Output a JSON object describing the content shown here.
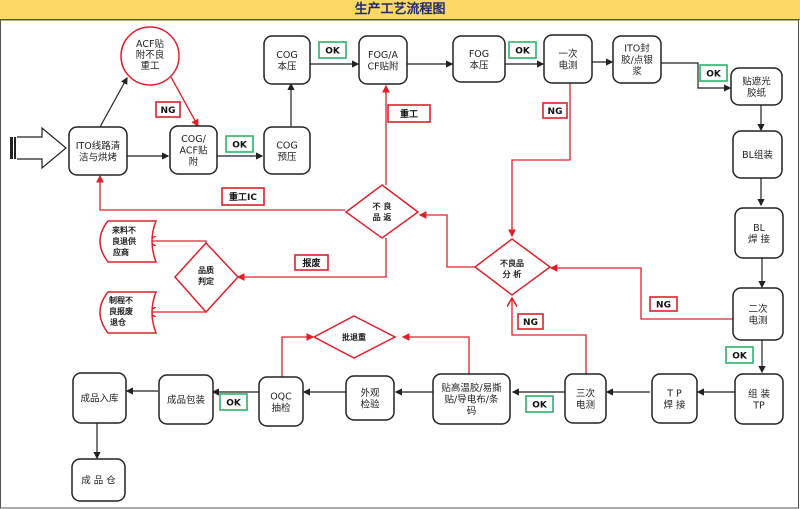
{
  "title": "生产工艺流程图",
  "colors": {
    "title_bg": "#fcd964",
    "title_text": "#1f2a6b",
    "ok_border": "#2bb36a",
    "ng_red": "#e0202a",
    "process_line": "#222222"
  },
  "nodes": {
    "ito_clean": [
      "ITO线路清",
      "洁与烘烤"
    ],
    "acf_rework": [
      "ACF贴",
      "附不良",
      "重工"
    ],
    "cog_acf": [
      "COG/",
      "ACF贴",
      "附"
    ],
    "cog_pre": [
      "COG",
      "预压"
    ],
    "cog_main": [
      "COG",
      "本压"
    ],
    "fog_acf": [
      "FOG/A",
      "CF贴附"
    ],
    "fog_main": [
      "FOG",
      "本压"
    ],
    "test1": [
      "一次",
      "电测"
    ],
    "ito_seal": [
      "ITO封",
      "胶/点银",
      "浆"
    ],
    "shade_tape": [
      "贴遮光",
      "胶纸"
    ],
    "bl_assembly": [
      "BL组装"
    ],
    "bl_weld": [
      "BL",
      "焊 接"
    ],
    "test2": [
      "二次",
      "电测"
    ],
    "tp_assembly": [
      "组 装",
      "TP"
    ],
    "tp_weld": [
      "T P",
      "焊 接"
    ],
    "test3": [
      "三次",
      "电测"
    ],
    "labeling": [
      "贴高温胶/易撕",
      "贴/导电布/条",
      "码"
    ],
    "appearance": [
      "外观",
      "检验"
    ],
    "oqc": [
      "OQC",
      "抽检"
    ],
    "packing": [
      "成品包装"
    ],
    "warehouse_in": [
      "成品入库"
    ],
    "warehouse": [
      "成 品 仓"
    ]
  },
  "decisions": {
    "defect_return": [
      "不 良",
      "品 返"
    ],
    "defect_analysis": [
      "不良品",
      "分  析"
    ],
    "quality_judge": [
      "品质",
      "判定"
    ],
    "batch_reject": [
      "批退重"
    ]
  },
  "terminals": {
    "supplier_return": [
      "来料不",
      "良退供",
      "应商"
    ],
    "scrap_return": [
      "制程不",
      "良报废",
      "退仓"
    ]
  },
  "tags": {
    "ok": "OK",
    "ng": "NG",
    "rework": "重工",
    "rework_ic": "重工IC",
    "scrap": "报废"
  }
}
